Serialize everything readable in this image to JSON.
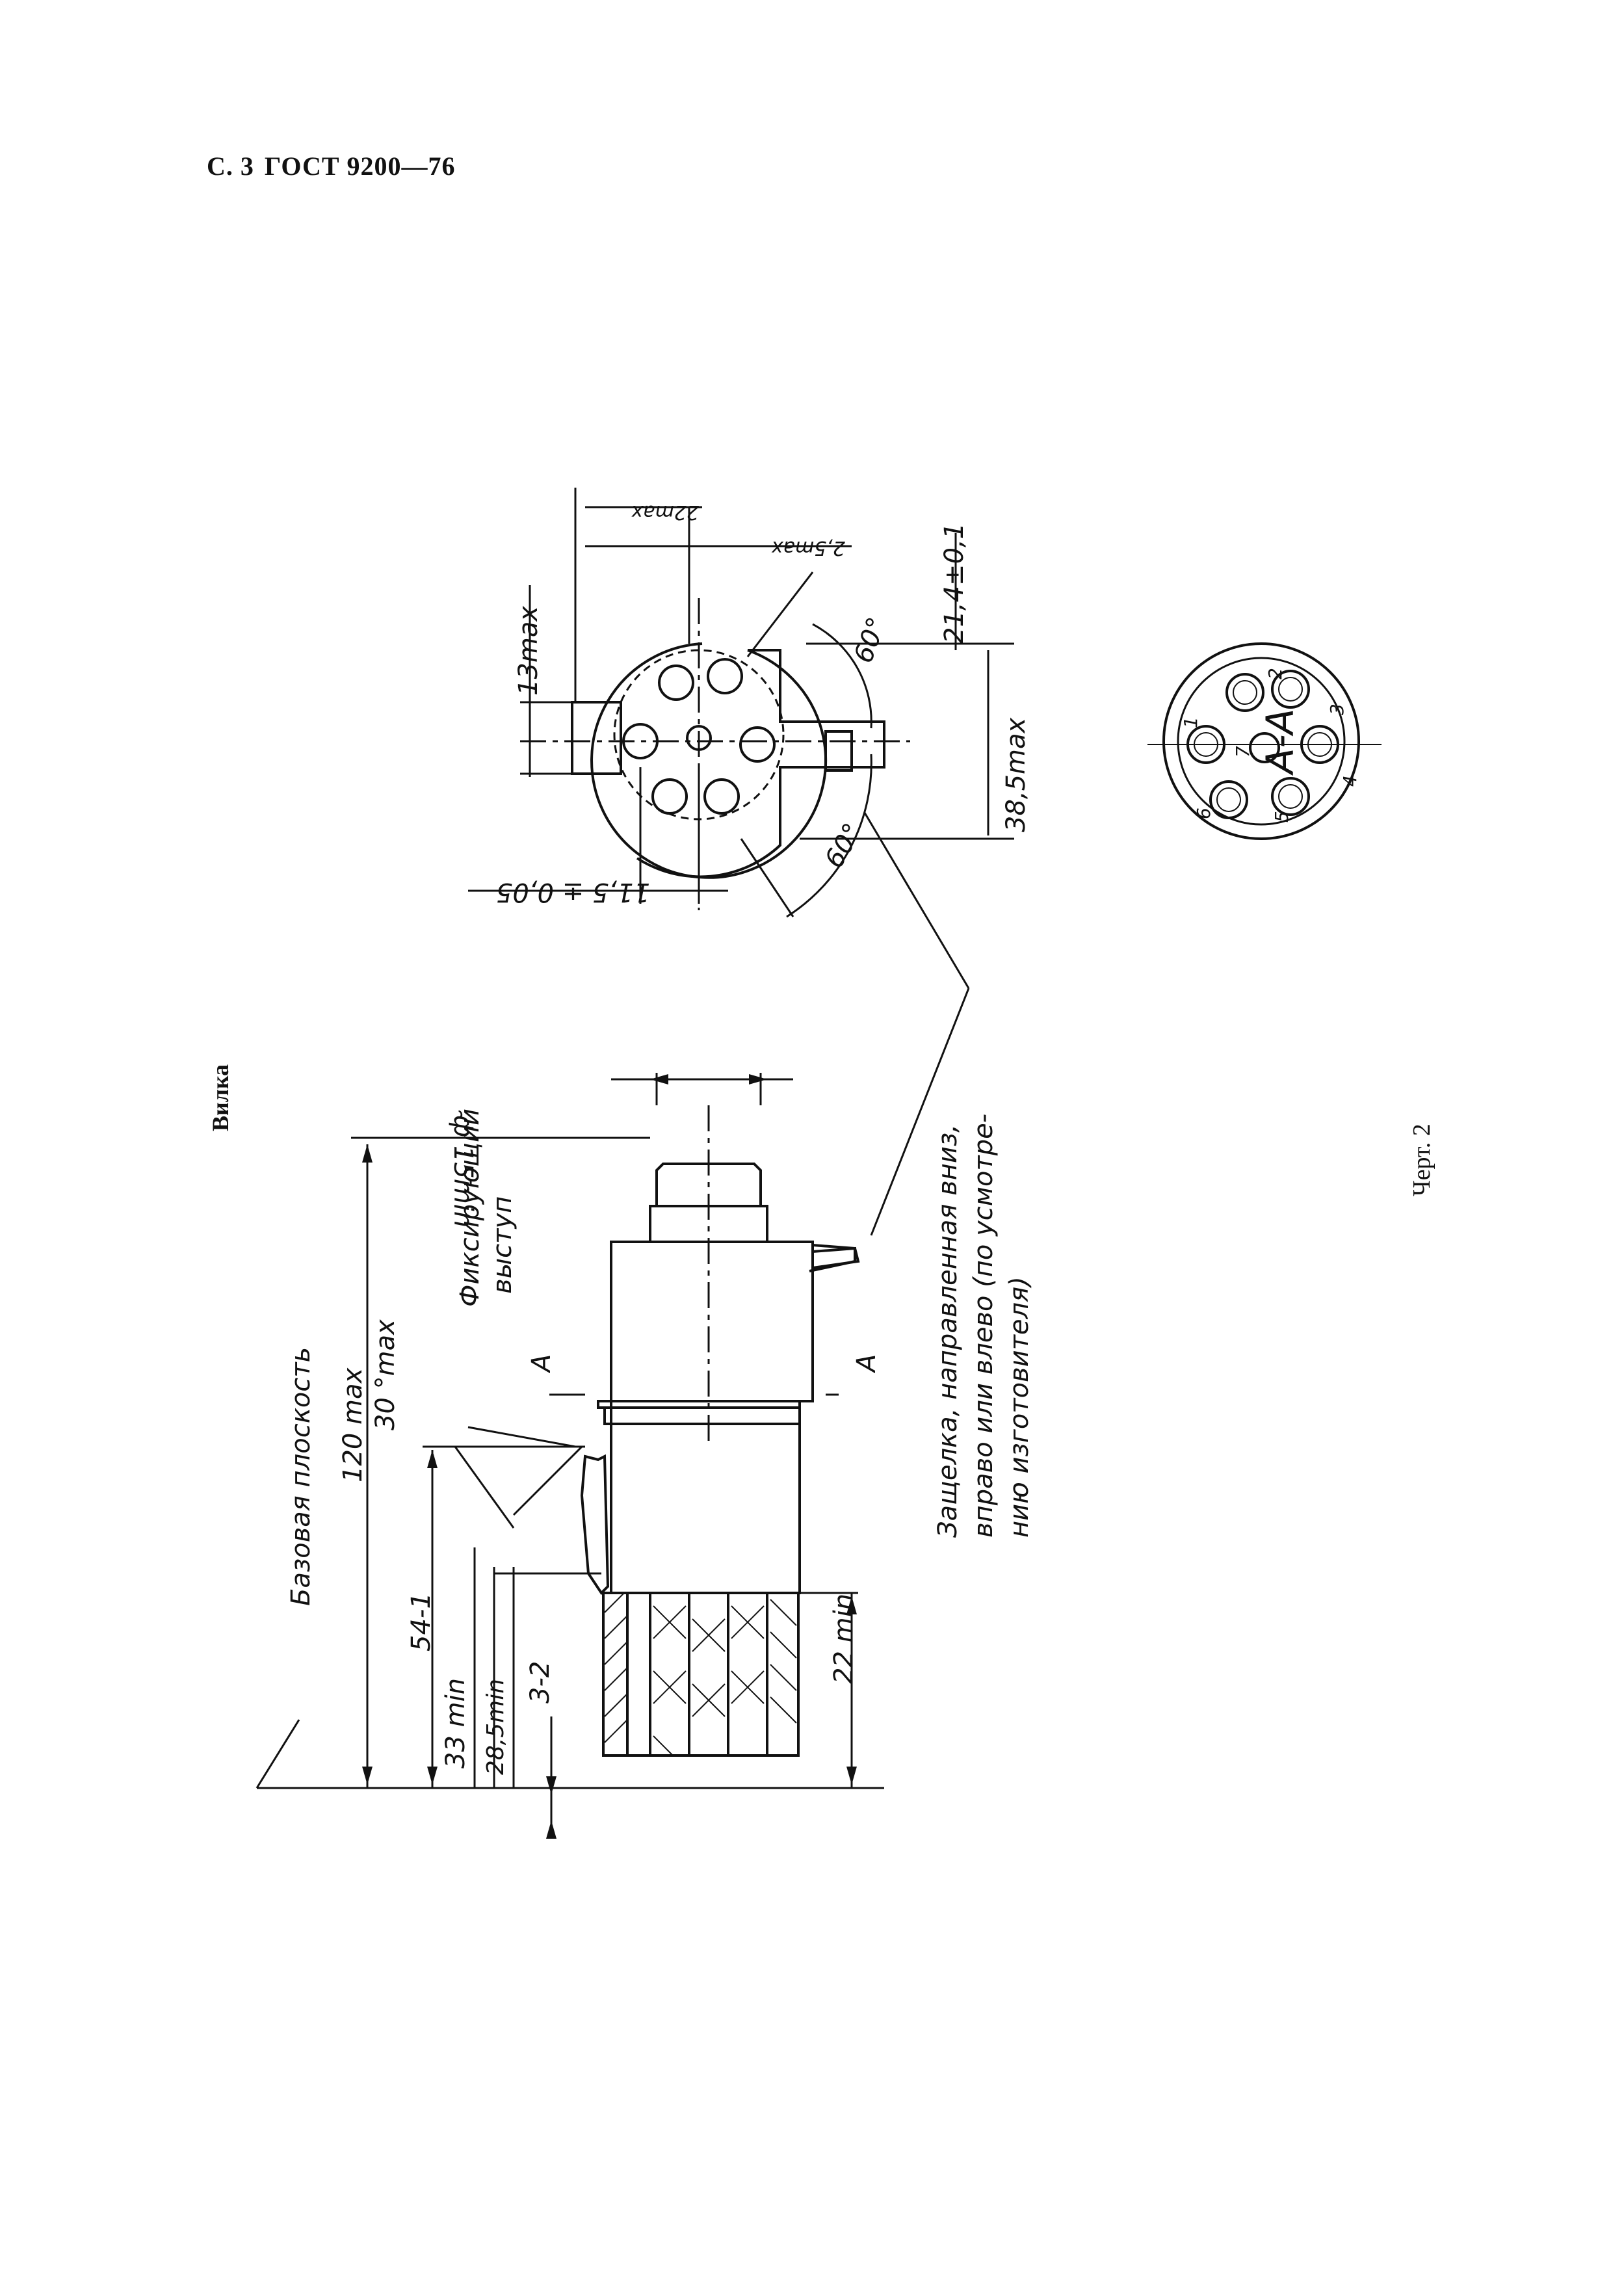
{
  "header": {
    "page": "С. 3",
    "standard": "ГОСТ 9200—76"
  },
  "view_label": "Вилка",
  "figure_caption": "Черт. 2",
  "section_title": "А-А",
  "section_marker": "А",
  "labels": {
    "base_plane": "Базовая плоскость",
    "fixing_prot_1": "Фиксирующий",
    "fixing_prot_2": "выступ",
    "latch_1": "Защелка, направленная вниз,",
    "latch_2": "вправо или влево (по усмотре-",
    "latch_3": "нию изготовителя)"
  },
  "dims": {
    "d120": "120 max",
    "d30": "30 °max",
    "d54": "54-1",
    "d33": "33 min",
    "d28": "28,5min",
    "d3": "3-2",
    "d22": "22 min",
    "dphi": "ф 15min",
    "d13": "13max",
    "d385": "38,5max",
    "d214": "21,4±0,1",
    "d115": "11,5 ± 0,05",
    "d60a": "60°",
    "d60b": "60°",
    "dtop1": "22max",
    "dtop2": "2,5max"
  },
  "pins": [
    "1",
    "2",
    "3",
    "4",
    "5",
    "6",
    "7"
  ]
}
